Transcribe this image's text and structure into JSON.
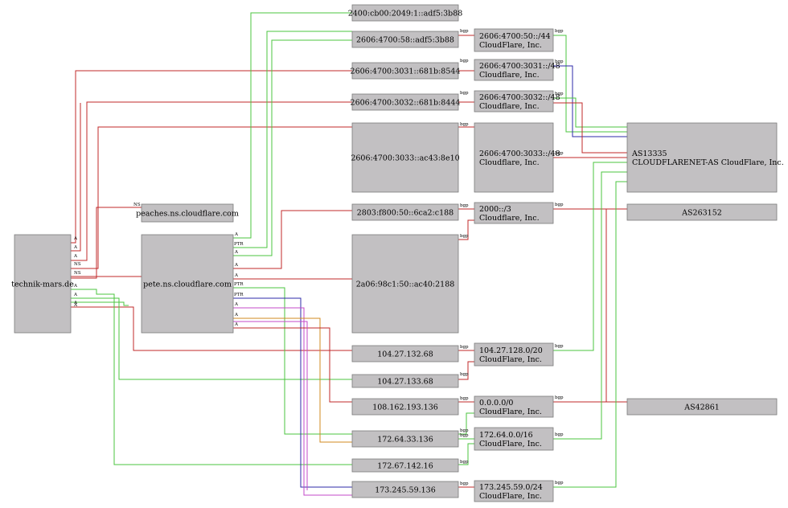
{
  "colors": {
    "red": "#c0282a",
    "green": "#4bc43f",
    "blue": "#2e2aa8",
    "magenta": "#c34ac8",
    "orange": "#d08a1f",
    "node_fill": "#c2c0c2",
    "node_stroke": "#7a7a7a"
  },
  "nodes": {
    "technik": {
      "lines": [
        "technik-mars.de"
      ]
    },
    "peaches": {
      "lines": [
        "peaches.ns.cloudflare.com"
      ]
    },
    "pete": {
      "lines": [
        "pete.ns.cloudflare.com"
      ]
    },
    "ip6_2400": {
      "lines": [
        "2400:cb00:2049:1::adf5:3b88"
      ]
    },
    "ip6_58": {
      "lines": [
        "2606:4700:58::adf5:3b88"
      ]
    },
    "ip6_3031": {
      "lines": [
        "2606:4700:3031::681b:8544"
      ]
    },
    "ip6_3032": {
      "lines": [
        "2606:4700:3032::681b:8444"
      ]
    },
    "ip6_3033": {
      "lines": [
        "2606:4700:3033::ac43:8e10"
      ]
    },
    "ip6_2803": {
      "lines": [
        "2803:f800:50::6ca2:c188"
      ]
    },
    "ip6_2a06": {
      "lines": [
        "2a06:98c1:50::ac40:2188"
      ]
    },
    "ip_104_68": {
      "lines": [
        "104.27.132.68"
      ]
    },
    "ip_104_133": {
      "lines": [
        "104.27.133.68"
      ]
    },
    "ip_108": {
      "lines": [
        "108.162.193.136"
      ]
    },
    "ip_172_64": {
      "lines": [
        "172.64.33.136"
      ]
    },
    "ip_172_67": {
      "lines": [
        "172.67.142.16"
      ]
    },
    "ip_173": {
      "lines": [
        "173.245.59.136"
      ]
    },
    "pfx_50_44": {
      "lines": [
        "2606:4700:50::/44",
        "CloudFlare, Inc."
      ]
    },
    "pfx_3031_48": {
      "lines": [
        "2606:4700:3031::/48",
        "Cloudflare, Inc."
      ]
    },
    "pfx_3032_48": {
      "lines": [
        "2606:4700:3032::/48",
        "Cloudflare, Inc."
      ]
    },
    "pfx_3033_48": {
      "lines": [
        "2606:4700:3033::/48",
        "Cloudflare, Inc."
      ]
    },
    "pfx_2000_3": {
      "lines": [
        "2000::/3",
        "Cloudflare, Inc."
      ]
    },
    "pfx_104_20": {
      "lines": [
        "104.27.128.0/20",
        "CloudFlare, Inc."
      ]
    },
    "pfx_0_0": {
      "lines": [
        "0.0.0.0/0",
        "CloudFlare, Inc."
      ]
    },
    "pfx_172_16": {
      "lines": [
        "172.64.0.0/16",
        "CloudFlare, Inc."
      ]
    },
    "pfx_173_24": {
      "lines": [
        "173.245.59.0/24",
        "CloudFlare, Inc."
      ]
    },
    "as13335": {
      "lines": [
        "AS13335",
        "CLOUDFLARENET-AS CloudFlare, Inc."
      ]
    },
    "as263152": {
      "lines": [
        "AS263152"
      ]
    },
    "as42861": {
      "lines": [
        "AS42861"
      ]
    }
  },
  "edge_labels": {
    "A": "A",
    "NS": "NS",
    "PTR": "PTR",
    "bgp": "bgp"
  }
}
